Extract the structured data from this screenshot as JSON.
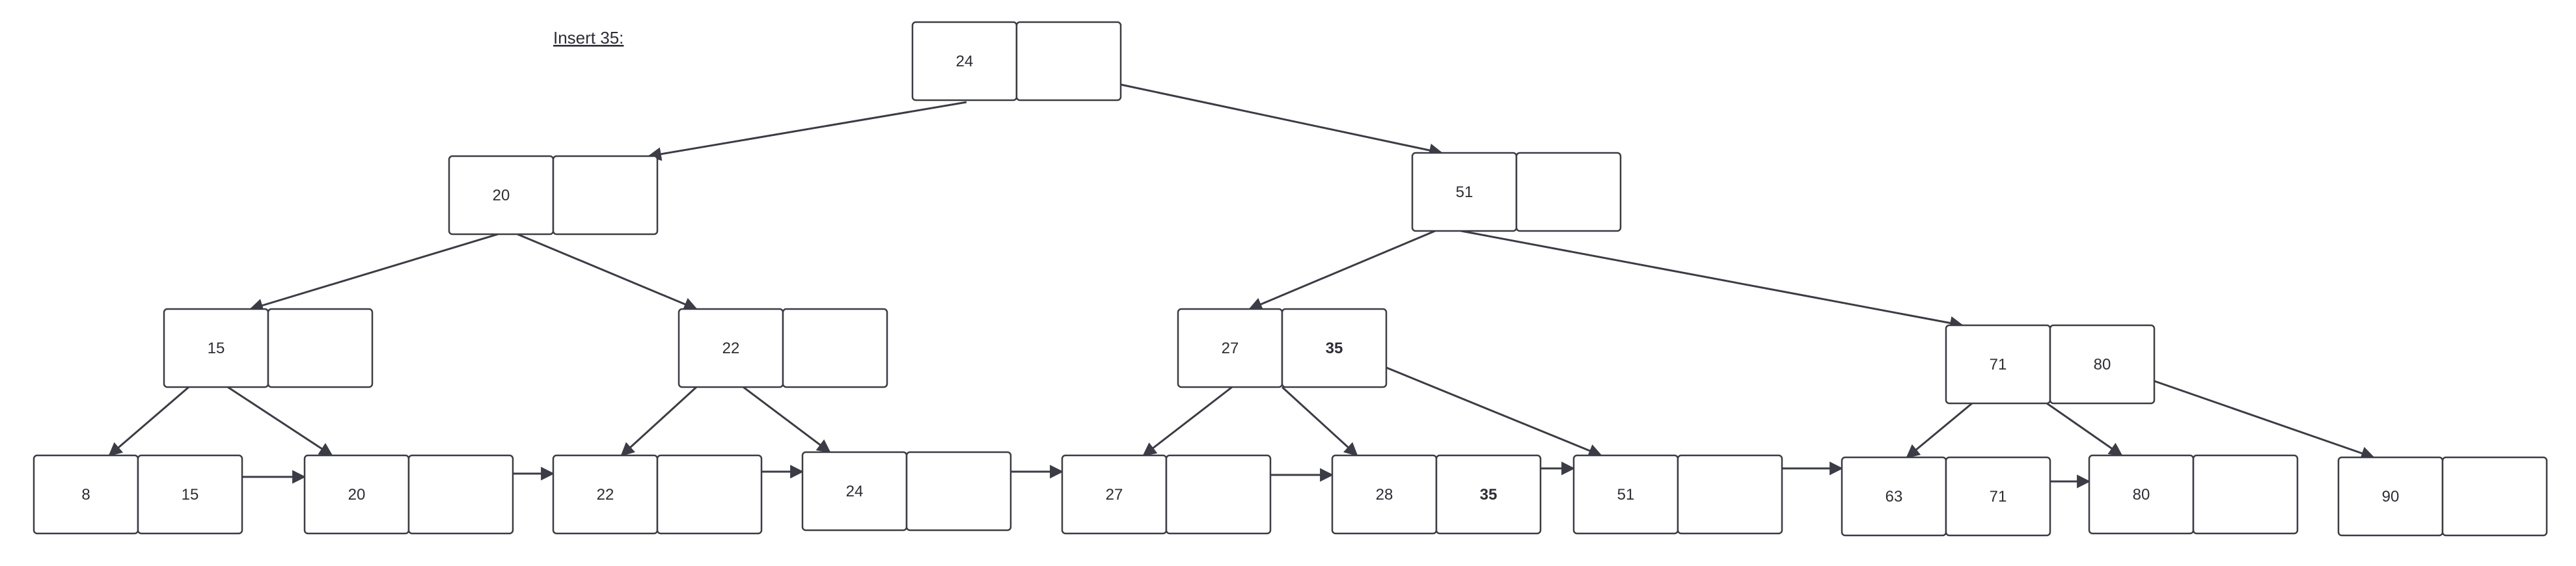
{
  "title": "Insert 35:",
  "colors": {
    "stroke": "#3b3c45",
    "text": "#2c2d35",
    "background": "#ffffff"
  },
  "nodes": {
    "root": {
      "keys": [
        "24",
        ""
      ],
      "bold": [
        false,
        false
      ]
    },
    "n20": {
      "keys": [
        "20",
        ""
      ],
      "bold": [
        false,
        false
      ]
    },
    "n51": {
      "keys": [
        "51",
        ""
      ],
      "bold": [
        false,
        false
      ]
    },
    "n15": {
      "keys": [
        "15",
        ""
      ],
      "bold": [
        false,
        false
      ]
    },
    "n22": {
      "keys": [
        "22",
        ""
      ],
      "bold": [
        false,
        false
      ]
    },
    "n27_35": {
      "keys": [
        "27",
        "35"
      ],
      "bold": [
        false,
        true
      ]
    },
    "n71_80": {
      "keys": [
        "71",
        "80"
      ],
      "bold": [
        false,
        false
      ]
    },
    "l8_15": {
      "keys": [
        "8",
        "15"
      ],
      "bold": [
        false,
        false
      ]
    },
    "l20": {
      "keys": [
        "20",
        ""
      ],
      "bold": [
        false,
        false
      ]
    },
    "l22": {
      "keys": [
        "22",
        ""
      ],
      "bold": [
        false,
        false
      ]
    },
    "l24": {
      "keys": [
        "24",
        ""
      ],
      "bold": [
        false,
        false
      ]
    },
    "l27": {
      "keys": [
        "27",
        ""
      ],
      "bold": [
        false,
        false
      ]
    },
    "l28_35": {
      "keys": [
        "28",
        "35"
      ],
      "bold": [
        false,
        true
      ]
    },
    "l51": {
      "keys": [
        "51",
        ""
      ],
      "bold": [
        false,
        false
      ]
    },
    "l63_71": {
      "keys": [
        "63",
        "71"
      ],
      "bold": [
        false,
        false
      ]
    },
    "l80": {
      "keys": [
        "80",
        ""
      ],
      "bold": [
        false,
        false
      ]
    },
    "l90": {
      "keys": [
        "90",
        ""
      ],
      "bold": [
        false,
        false
      ]
    }
  }
}
